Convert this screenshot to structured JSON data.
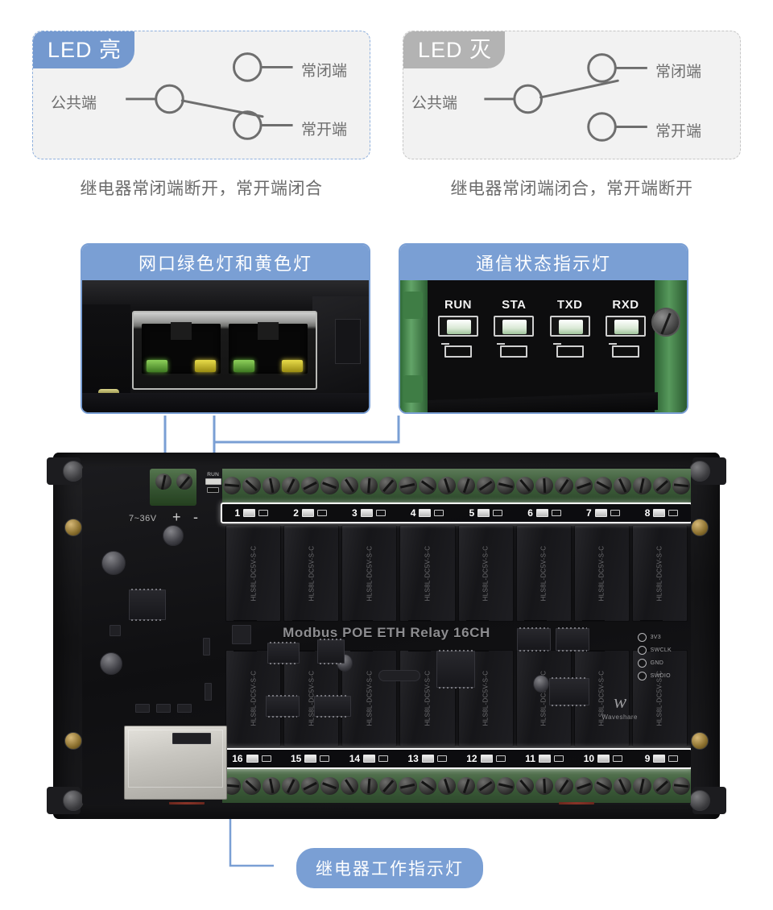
{
  "relay_states": [
    {
      "badge": "LED 亮",
      "badge_color": "#7499cf",
      "style": "on",
      "common_label": "公共端",
      "nc_label": "常闭端",
      "no_label": "常开端",
      "caption": "继电器常闭端断开，常开端闭合"
    },
    {
      "badge": "LED 灭",
      "badge_color": "#b3b3b3",
      "style": "off",
      "common_label": "公共端",
      "nc_label": "常闭端",
      "no_label": "常开端",
      "caption": "继电器常闭端闭合，常开端断开"
    }
  ],
  "photo_panels": [
    {
      "title": "网口绿色灯和黄色灯",
      "subject": "rj45-ethernet-port-leds"
    },
    {
      "title": "通信状态指示灯",
      "subject": "status-led-row"
    }
  ],
  "status_leds": [
    "RUN",
    "STA",
    "TXD",
    "RXD"
  ],
  "board": {
    "silk_title": "Modbus POE ETH Relay 16CH",
    "power_range": "7~36V",
    "power_plus": "+",
    "power_minus": "-",
    "brand": "Waveshare",
    "brand_mark": "w",
    "swd_pins": [
      "3V3",
      "SWCLK",
      "GND",
      "SWDIO"
    ],
    "relay_part": "HLS8L-DC5V-S-C",
    "channels_top": [
      "1",
      "2",
      "3",
      "4",
      "5",
      "6",
      "7",
      "8"
    ],
    "channels_bottom": [
      "16",
      "15",
      "14",
      "13",
      "12",
      "11",
      "10",
      "9"
    ]
  },
  "callout": {
    "label": "继电器工作指示灯"
  },
  "colors": {
    "accent_blue": "#7a9fd4",
    "badge_blue": "#7499cf",
    "badge_gray": "#b3b3b3",
    "card_bg": "#f2f2f2",
    "text_gray": "#6b6b6b",
    "terminal_green": "#40603d",
    "led_green": "#6fc03f",
    "led_yellow": "#ddd040"
  }
}
